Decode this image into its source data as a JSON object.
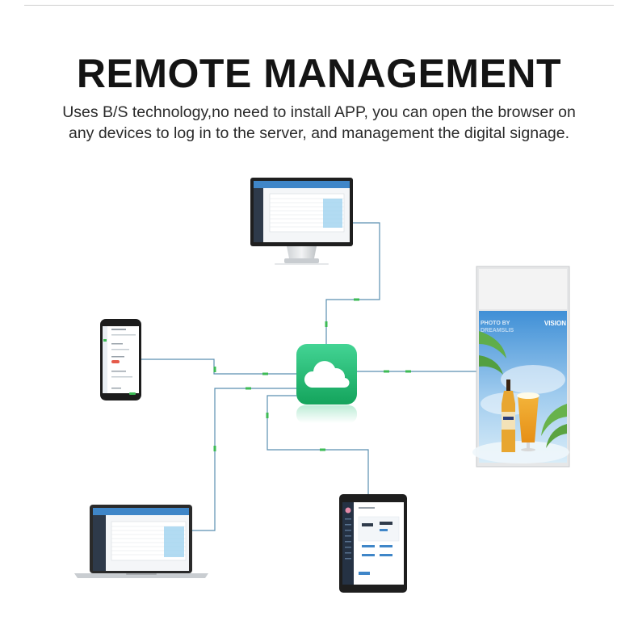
{
  "header": {
    "title": "REMOTE MANAGEMENT",
    "description_line1": "Uses B/S technology,no need to install APP, you can open the browser on",
    "description_line2": "any devices to log in to the server, and management the digital signage."
  },
  "signage": {
    "brand_text": "VISION",
    "photo_text_1": "PHOTO BY",
    "photo_text_2": "DREAMSLIS"
  },
  "colors": {
    "line": "#5a8fb0",
    "connector": "#3dbb55",
    "cloud_top": "#3ed08e",
    "cloud_bottom": "#18a860",
    "screen_blue": "#3f86c8",
    "device_dark": "#2b2b2b"
  },
  "icons": {
    "hub": "cloud-icon",
    "devices": [
      "desktop-monitor-icon",
      "smartphone-icon",
      "laptop-icon",
      "tablet-icon",
      "signage-display-icon"
    ]
  }
}
